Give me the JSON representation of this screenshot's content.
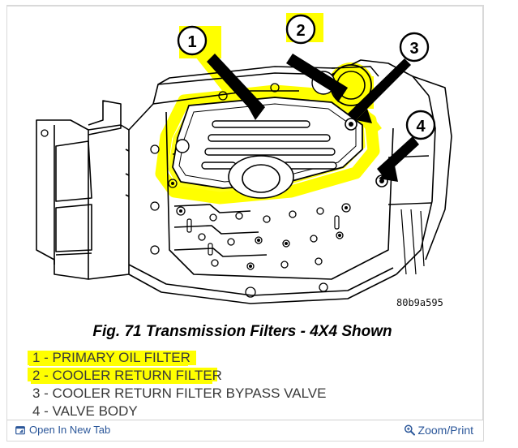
{
  "figure": {
    "caption": "Fig. 71 Transmission Filters - 4X4 Shown",
    "watermark": "80b9a595",
    "alt": "Line-art cutaway drawing of an automatic transmission oil pan with filters",
    "callouts": [
      {
        "number": "1",
        "highlighted": true,
        "name": "callout-1"
      },
      {
        "number": "2",
        "highlighted": true,
        "name": "callout-2"
      },
      {
        "number": "3",
        "highlighted": false,
        "name": "callout-3"
      },
      {
        "number": "4",
        "highlighted": false,
        "name": "callout-4"
      }
    ]
  },
  "legend": {
    "items": [
      {
        "number": "1",
        "text": "1 - PRIMARY OIL FILTER",
        "highlighted": true
      },
      {
        "number": "2",
        "text": "2 - COOLER RETURN FILTER",
        "highlighted": true
      },
      {
        "number": "3",
        "text": "3 - COOLER RETURN FILTER BYPASS VALVE",
        "highlighted": false
      },
      {
        "number": "4",
        "text": "4 - VALVE BODY",
        "highlighted": false
      }
    ]
  },
  "toolbar": {
    "open_new_tab_label": "Open In New Tab",
    "open_new_tab_icon": "external-window-icon",
    "zoom_print_label": "Zoom/Print",
    "zoom_print_icon": "magnifier-plus-icon"
  },
  "colors": {
    "highlight": "#ffff00",
    "link": "#2a5699",
    "line": "#000000",
    "legend_text": "#3a3a3a",
    "frame": "#d9d9d9"
  }
}
